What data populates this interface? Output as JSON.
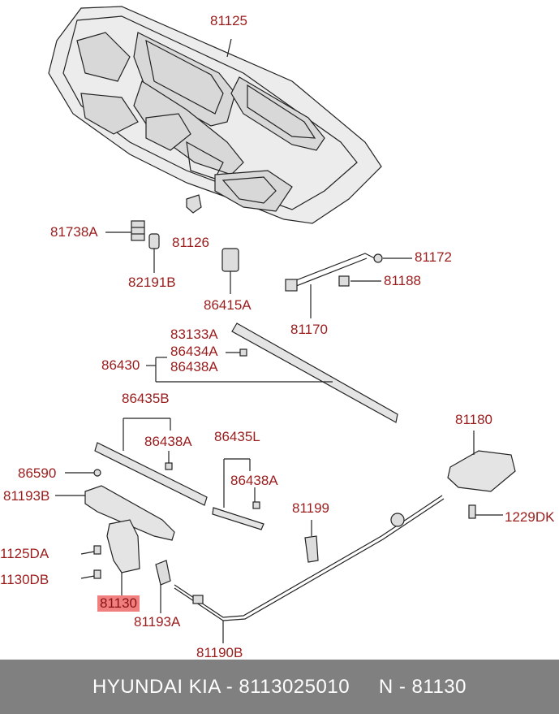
{
  "labels": {
    "p81125": "81125",
    "p81738A": "81738A",
    "p81126": "81126",
    "p82191B": "82191B",
    "p86415A": "86415A",
    "p81172": "81172",
    "p81188": "81188",
    "p81170": "81170",
    "p83133A": "83133A",
    "p86434A": "86434A",
    "p86430": "86430",
    "p86438A_1": "86438A",
    "p86435B": "86435B",
    "p86438A_2": "86438A",
    "p86435L": "86435L",
    "p86438A_3": "86438A",
    "p86590": "86590",
    "p81193B": "81193B",
    "p81199": "81199",
    "p81180": "81180",
    "p1229DK": "1229DK",
    "p1125DA": "1125DA",
    "p1130DB": "1130DB",
    "p81130": "81130",
    "p81193A": "81193A",
    "p81190B": "81190B"
  },
  "footer": {
    "text": "HYUNDAI KIA - 8113025010     N - 81130"
  },
  "colors": {
    "label": "#9b1c1c",
    "highlight": "#f08080",
    "footer_bg": "#808080",
    "line": "#222222",
    "part_fill": "#e8e8e8"
  }
}
